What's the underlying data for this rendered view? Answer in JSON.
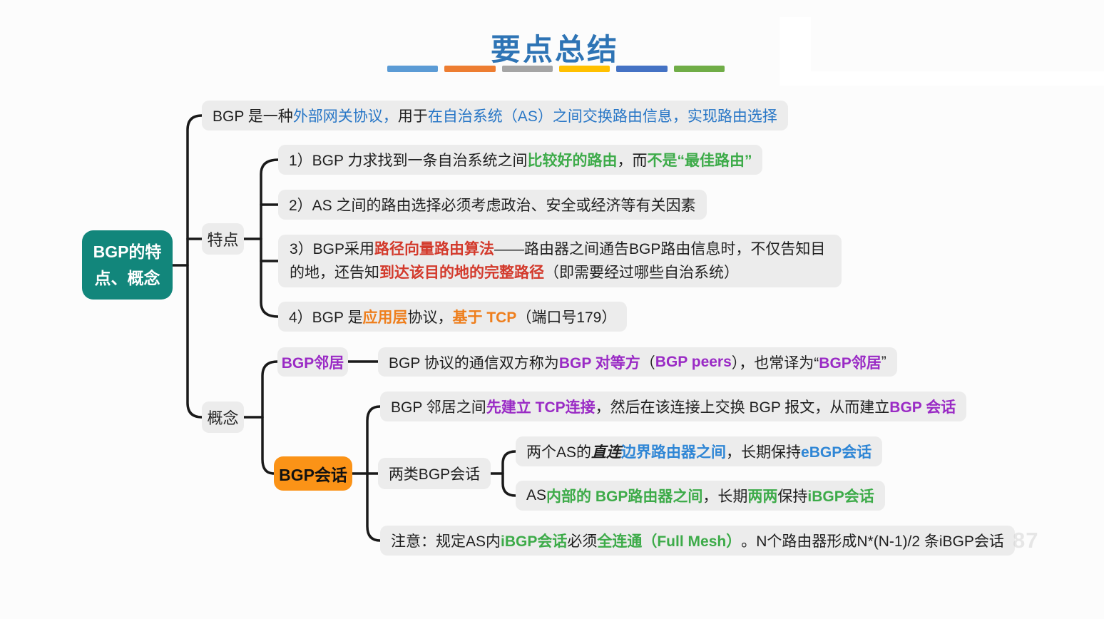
{
  "title": {
    "text": "要点总结",
    "color": "#2e74b5"
  },
  "divider_bars": [
    "#5b9bd5",
    "#ed7d31",
    "#a5a5a5",
    "#ffc000",
    "#4472c4",
    "#70ad47"
  ],
  "mindmap": {
    "root": {
      "label": "BGP的特点、概念",
      "bg": "#12867b"
    },
    "branch_features": {
      "label": "特点"
    },
    "branch_concepts": {
      "label": "概念"
    },
    "node_bgp_neighbor": {
      "label": "BGP邻居",
      "color": "#9a2bc5"
    },
    "node_bgp_session": {
      "label": "BGP会话",
      "bg": "#fb9317"
    },
    "node_two_types": {
      "label": "两类BGP会话"
    },
    "rows": {
      "definition": [
        {
          "t": "BGP 是一种"
        },
        {
          "t": "外部网关协议，",
          "c": "#2776c6"
        },
        {
          "t": "用于"
        },
        {
          "t": "在自治系统（AS）之间交换路由信息，实现路由选择",
          "c": "#2776c6"
        }
      ],
      "feature1": [
        {
          "t": "1）BGP 力求找到一条自治系统之间"
        },
        {
          "t": "比较好的路由",
          "c": "#3dab49",
          "b": true
        },
        {
          "t": "，而"
        },
        {
          "t": "不是“最佳路由”",
          "c": "#3dab49",
          "b": true
        }
      ],
      "feature2": [
        {
          "t": "2）AS 之间的路由选择必须考虑政治、安全或经济等有关因素"
        }
      ],
      "feature3": [
        {
          "t": "3）BGP采用"
        },
        {
          "t": "路径向量路由算法",
          "c": "#d33a2c",
          "b": true
        },
        {
          "t": "——路由器之间通告BGP路由信息时，不仅告知目的地，还告知"
        },
        {
          "t": "到达该目的地的完整路径",
          "c": "#d33a2c",
          "b": true
        },
        {
          "t": "（即需要经过哪些自治系统）"
        }
      ],
      "feature4": [
        {
          "t": "4）BGP 是"
        },
        {
          "t": "应用层",
          "c": "#ee7e1c",
          "b": true
        },
        {
          "t": "协议，"
        },
        {
          "t": "基于 TCP",
          "c": "#ee7e1c",
          "b": true
        },
        {
          "t": " （端口号179）"
        }
      ],
      "peers": [
        {
          "t": "BGP 协议的通信双方称为 "
        },
        {
          "t": "BGP 对等方",
          "c": "#9a2bc5",
          "b": true
        },
        {
          "t": "（"
        },
        {
          "t": "BGP peers",
          "c": "#9a2bc5",
          "b": true
        },
        {
          "t": "），也常译为“"
        },
        {
          "t": "BGP邻居",
          "c": "#9a2bc5",
          "b": true
        },
        {
          "t": "”"
        }
      ],
      "session_setup": [
        {
          "t": "BGP 邻居之间"
        },
        {
          "t": "先建立 TCP连接",
          "c": "#9a2bc5",
          "b": true
        },
        {
          "t": "，然后在该连接上交换 BGP 报文，从而建立 "
        },
        {
          "t": "BGP 会话",
          "c": "#9a2bc5",
          "b": true
        }
      ],
      "ebgp": [
        {
          "t": "两个AS的"
        },
        {
          "t": "直连",
          "b": true,
          "i": true
        },
        {
          "t": "边界路由器之间",
          "c": "#2f86d5",
          "b": true
        },
        {
          "t": "，长期保持"
        },
        {
          "t": "eBGP会话",
          "c": "#2f86d5",
          "b": true
        }
      ],
      "ibgp": [
        {
          "t": "AS"
        },
        {
          "t": "内部的 BGP路由器之间",
          "c": "#3dab49",
          "b": true
        },
        {
          "t": "，长期"
        },
        {
          "t": "两两",
          "c": "#3dab49",
          "b": true
        },
        {
          "t": "保持"
        },
        {
          "t": "iBGP会话",
          "c": "#3dab49",
          "b": true
        }
      ],
      "note": [
        {
          "t": "注意：规定AS内"
        },
        {
          "t": "iBGP会话",
          "c": "#3dab49",
          "b": true
        },
        {
          "t": "必须"
        },
        {
          "t": "全连通（Full Mesh）",
          "c": "#3dab49",
          "b": true
        },
        {
          "t": "。N个路由器形成N*(N-1)/2 条iBGP会话"
        }
      ]
    }
  },
  "watermark": "87"
}
